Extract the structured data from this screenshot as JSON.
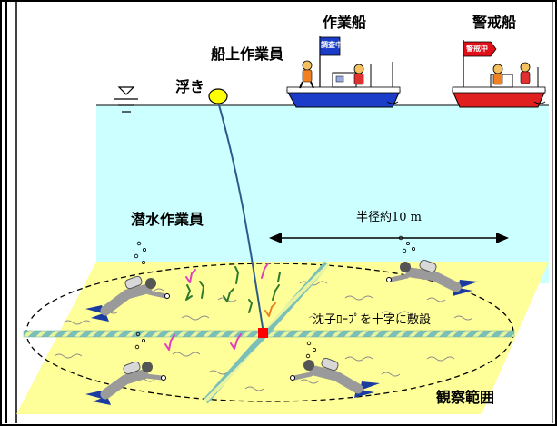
{
  "labels": {
    "work_boat": "作業船",
    "guard_boat": "警戒船",
    "onboard_worker": "船上作業員",
    "float": "浮き",
    "diver": "潜水作業員",
    "radius": "半径約10 m",
    "sinker_rope": "沈子ﾛｰﾌﾟを十字に敷設",
    "observation_area": "観察範囲"
  },
  "flags": {
    "survey": "調査中",
    "guard": "警戒中"
  },
  "colors": {
    "water": "#ccffff",
    "seabed": "#ffff99",
    "work_boat_hull": "#1a3cc8",
    "guard_boat_hull": "#e02020",
    "survey_flag": "#1a3cc8",
    "guard_flag": "#e0101a",
    "float": "#ffff00",
    "rope_line": "#2d5a8a",
    "sinker_rope": "#7ac0b8",
    "center_marker": "#ff0000"
  },
  "icons": [
    "water-level-symbol",
    "float-icon",
    "diver-icon",
    "boat-icon",
    "worker-icon",
    "flag-icon",
    "seaweed-icon",
    "bubbles-icon"
  ]
}
